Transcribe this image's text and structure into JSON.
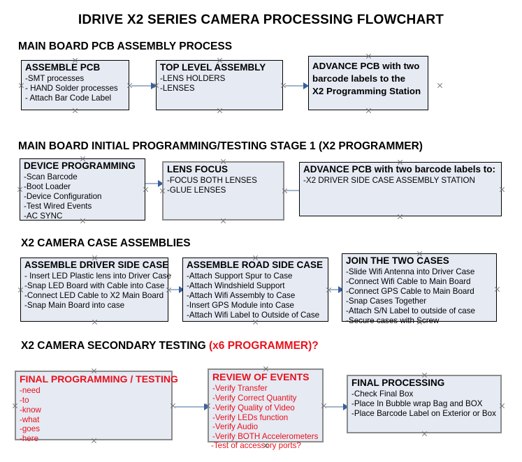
{
  "document": {
    "title": "IDRIVE X2  SERIES CAMERA PROCESSING FLOWCHART",
    "colors": {
      "box_fill": "#e6eaf3",
      "box_border_dark": "#000000",
      "box_border_gray": "#8b8b8b",
      "accent_red": "#e8111c",
      "connector": "#9fb4cd",
      "arrowhead": "#36609e"
    }
  },
  "sections": [
    {
      "heading": "MAIN BOARD PCB ASSEMBLY PROCESS",
      "heading_accent": "",
      "boxes": [
        {
          "title": "ASSEMBLE PCB",
          "lines": [
            "-SMT processes",
            "- HAND Solder processes",
            "- Attach Bar Code Label"
          ]
        },
        {
          "title": "TOP LEVEL ASSEMBLY",
          "lines": [
            "-LENS HOLDERS",
            "-LENSES"
          ]
        },
        {
          "title": "",
          "lines": [
            "ADVANCE PCB with two",
            "barcode labels to the",
            " X2 Programming Station"
          ]
        }
      ]
    },
    {
      "heading": "MAIN BOARD INITIAL PROGRAMMING/TESTING STAGE 1 (X2 PROGRAMMER)",
      "heading_accent": "",
      "boxes": [
        {
          "title": "DEVICE PROGRAMMING",
          "lines": [
            "-Scan Barcode",
            "-Boot Loader",
            "-Device Configuration",
            "-Test Wired Events",
            "-AC SYNC"
          ]
        },
        {
          "title": "LENS FOCUS",
          "lines": [
            "-FOCUS BOTH LENSES",
            "-GLUE LENSES"
          ]
        },
        {
          "title": "ADVANCE PCB with two barcode labels to:",
          "lines": [
            "-X2 DRIVER  SIDE  CASE  ASSEMBLY STATION"
          ]
        }
      ]
    },
    {
      "heading": "X2 CAMERA CASE ASSEMBLIES",
      "heading_accent": "",
      "boxes": [
        {
          "title": "ASSEMBLE DRIVER SIDE CASE",
          "lines": [
            "- Insert LED Plastic lens into Driver Case",
            "-Snap LED Board with Cable into Case",
            "-Connect LED Cable to X2 Main Board",
            "-Snap Main Board into case"
          ]
        },
        {
          "title": "ASSEMBLE ROAD SIDE CASE",
          "lines": [
            "-Attach Support Spur to Case",
            "-Attach Windshield Support",
            "-Attach Wifi Assembly to Case",
            "-Insert GPS Module into Case",
            "-Attach Wifi Label to Outside of Case"
          ]
        },
        {
          "title": "JOIN THE TWO CASES",
          "lines": [
            "-Slide Wifi Antenna into Driver Case",
            "-Connect Wifi Cable to Main Board",
            "-Connect GPS Cable to Main Board",
            "-Snap Cases Together",
            "-Attach S/N Label to outside of case",
            "-Secure cases with Screw"
          ]
        }
      ]
    },
    {
      "heading": "X2 CAMERA SECONDARY TESTING ",
      "heading_accent": "(x6 PROGRAMMER)?",
      "boxes": [
        {
          "title": "FINAL PROGRAMMING / TESTING",
          "lines": [
            "-need",
            "-to",
            "-know",
            "-what",
            "-goes",
            "-here"
          ]
        },
        {
          "title": "REVIEW OF EVENTS",
          "lines": [
            "-Verify Transfer",
            "-Verify Correct Quantity",
            "-Verify Quality of Video",
            "-Verify LEDs function",
            "-Verify Audio",
            "-Verify BOTH Accelerometers"
          ],
          "overflow_line": "-Test of accessory ports?"
        },
        {
          "title": "FINAL PROCESSING",
          "lines": [
            " -Check Final Box",
            "-Place In Bubble wrap Bag and BOX",
            "-Place Barcode Label on Exterior or Box"
          ]
        }
      ]
    }
  ]
}
